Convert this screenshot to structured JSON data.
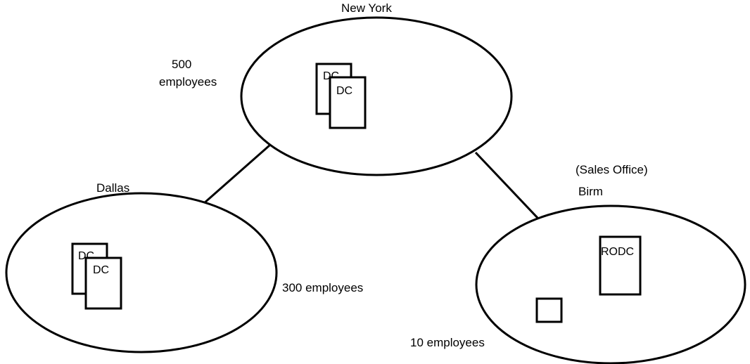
{
  "sites": {
    "new_york": {
      "name": "New York",
      "employees": "500\nemployees",
      "servers": [
        "DC",
        "DC"
      ]
    },
    "dallas": {
      "name": "Dallas",
      "employees": "300 employees",
      "servers": [
        "DC",
        "DC"
      ]
    },
    "birm": {
      "note": "(Sales Office)",
      "name": "Birm",
      "employees": "10 employees",
      "server": "RODC"
    }
  },
  "colors": {
    "stroke": "#000000",
    "background": "#ffffff"
  }
}
